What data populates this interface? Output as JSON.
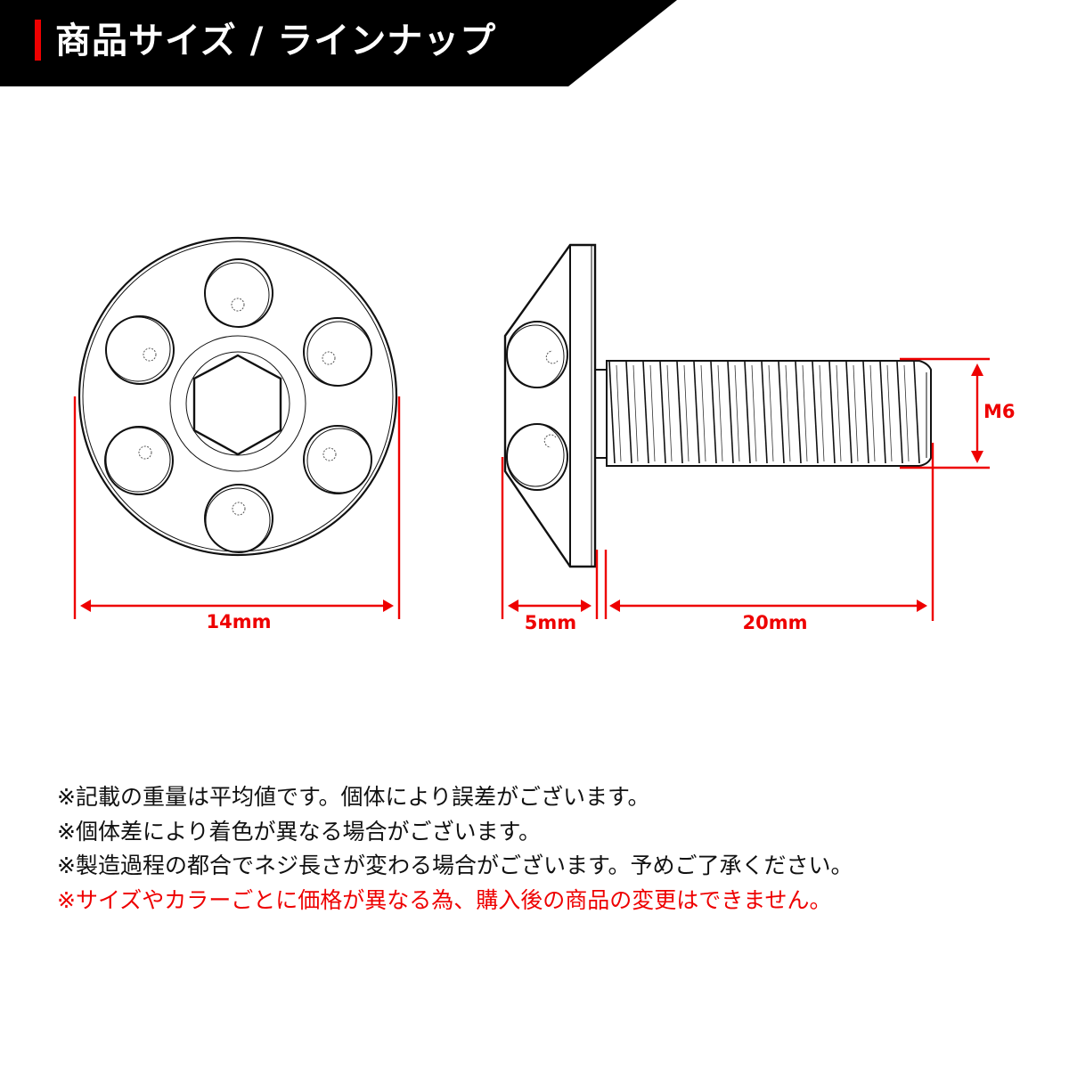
{
  "header": {
    "title": "商品サイズ / ラインナップ",
    "accent_color": "#ee0000",
    "background_color": "#000000"
  },
  "drawing": {
    "front_view": {
      "width_label": "14mm"
    },
    "side_view": {
      "head_height_label": "5mm",
      "length_label": "20mm",
      "thread_label": "M6"
    },
    "dimension_color": "#ee0000"
  },
  "notes": [
    {
      "text": "※記載の重量は平均値です。個体により誤差がございます。",
      "color": "#111111"
    },
    {
      "text": "※個体差により着色が異なる場合がございます。",
      "color": "#111111"
    },
    {
      "text": "※製造過程の都合でネジ長さが変わる場合がございます。予めご了承ください。",
      "color": "#111111"
    },
    {
      "text": "※サイズやカラーごとに価格が異なる為、購入後の商品の変更はできません。",
      "color": "#ee0000"
    }
  ]
}
